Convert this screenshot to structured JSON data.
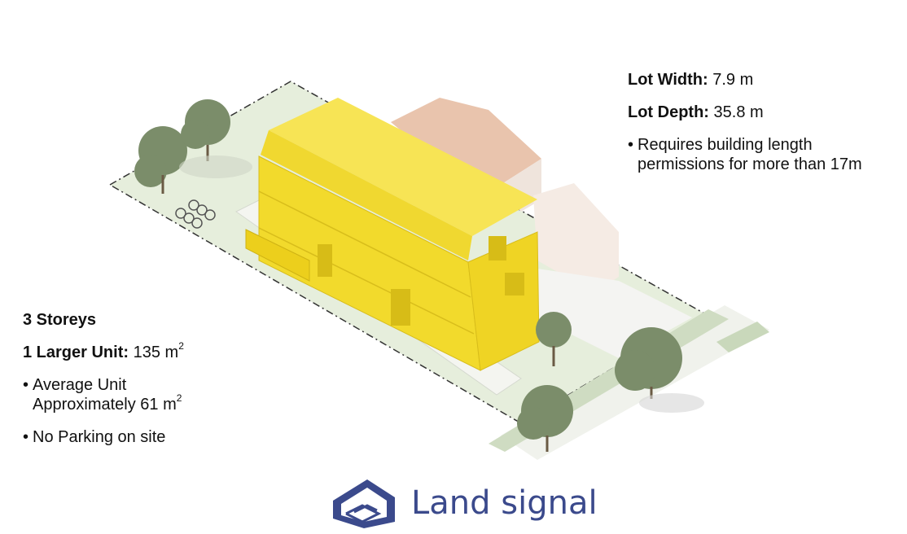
{
  "right_panel": {
    "lot_width_label": "Lot Width:",
    "lot_width_value": "7.9 m",
    "lot_depth_label": "Lot Depth:",
    "lot_depth_value": "35.8 m",
    "note": "Requires building length permissions for more than 17m"
  },
  "left_panel": {
    "storeys": "3 Storeys",
    "larger_unit_label": "1 Larger Unit:",
    "larger_unit_value": "135 m",
    "larger_unit_sup": "2",
    "average_unit_line1": "Average Unit",
    "average_unit_line2": "Approximately 61 m",
    "average_unit_sup": "2",
    "parking": "No Parking on site"
  },
  "logo": {
    "text": "Land signal"
  },
  "colors": {
    "building": "#f2da2c",
    "building_dark": "#dcc21a",
    "roof_neighbor": "#e8bfa6",
    "lawn": "#dfe9d3",
    "tree": "#7d8f6c",
    "brand": "#3b4a8c"
  }
}
